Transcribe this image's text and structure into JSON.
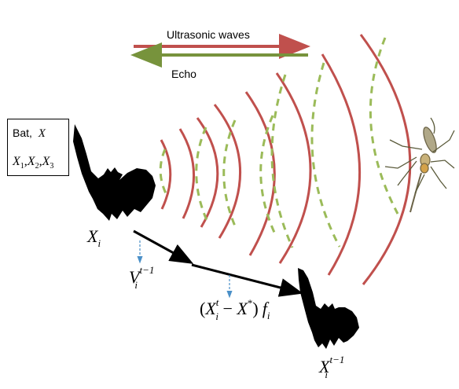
{
  "arrows": {
    "ultrasonic_label": "Ultrasonic waves",
    "echo_label": "Echo"
  },
  "legend": {
    "line1_text": "Bat,",
    "line1_var": "X",
    "line2_var": "X",
    "line2_subs": [
      "1",
      "2",
      "3"
    ]
  },
  "labels": {
    "bat_position": {
      "base": "X",
      "sub": "i"
    },
    "velocity": {
      "base": "V",
      "sub": "i",
      "sup": "t−1"
    },
    "update_term": {
      "open": "(",
      "base": "X",
      "sub": "i",
      "sup": "t",
      "minus": " − ",
      "best": "X",
      "best_sup": "*",
      "close": ")",
      "freq": "f",
      "freq_sub": "i"
    },
    "new_position": {
      "base": "X",
      "sub": "i",
      "sup": "t−1"
    }
  },
  "colors": {
    "wave_red": "#c0504d",
    "echo_green": "#9bbb59",
    "echo_arrow": "#77933c",
    "bat": "#000000",
    "hint_arrow": "#4a90c8"
  },
  "icons": [
    "bat-icon",
    "mosquito-icon"
  ]
}
